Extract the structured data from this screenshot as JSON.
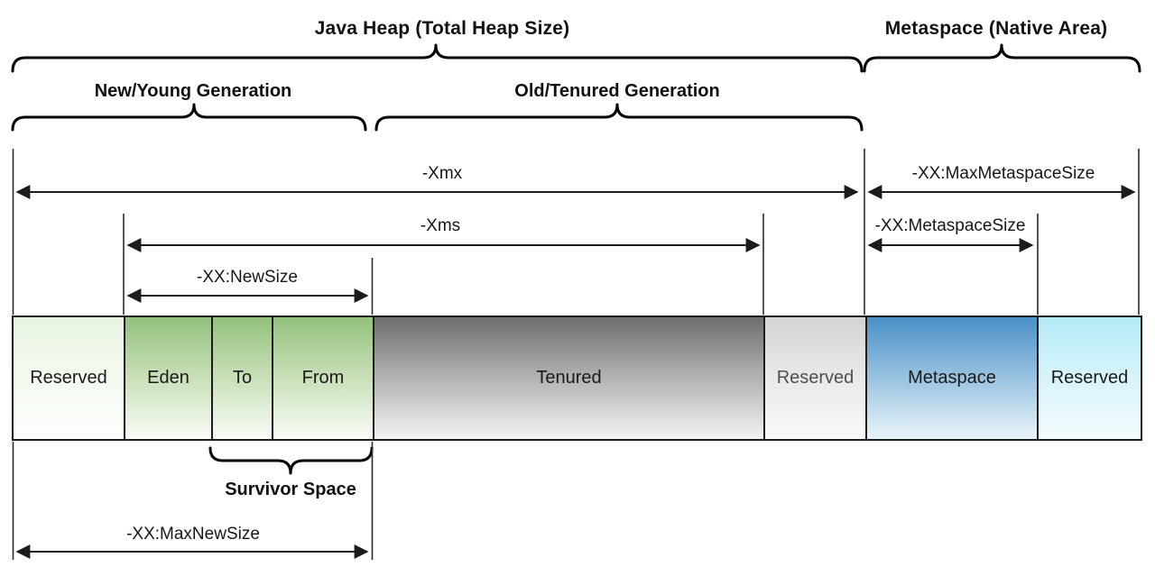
{
  "titles": {
    "java_heap": "Java Heap (Total Heap Size)",
    "metaspace": "Metaspace (Native Area)",
    "new_young": "New/Young Generation",
    "old_tenured": "Old/Tenured Generation",
    "survivor": "Survivor Space"
  },
  "flags": {
    "xmx": "-Xmx",
    "xms": "-Xms",
    "new_size": "-XX:NewSize",
    "max_new_size": "-XX:MaxNewSize",
    "max_metaspace_size": "-XX:MaxMetaspaceSize",
    "metaspace_size": "-XX:MetaspaceSize"
  },
  "bar": {
    "segments": [
      {
        "label": "Reserved",
        "style": "pale_green"
      },
      {
        "label": "Eden",
        "style": "green"
      },
      {
        "label": "To",
        "style": "green"
      },
      {
        "label": "From",
        "style": "green"
      },
      {
        "label": "Tenured",
        "style": "gray_dark"
      },
      {
        "label": "Reserved",
        "style": "gray_light"
      },
      {
        "label": "Metaspace",
        "style": "blue"
      },
      {
        "label": "Reserved",
        "style": "cyan"
      }
    ],
    "gradients": {
      "pale_green": [
        "#e8f4e2",
        "#f4faf0",
        "#fdfefd"
      ],
      "green": [
        "#94c17d",
        "#c9e0b9",
        "#fafcf8"
      ],
      "gray_dark": [
        "#6e6e6e",
        "#b3b3b3",
        "#f3f3f3"
      ],
      "gray_light": [
        "#d3d3d3",
        "#e9e9e9",
        "#f9f9f9"
      ],
      "blue": [
        "#4a90c8",
        "#9ac3e0",
        "#eaf4fa"
      ],
      "cyan": [
        "#b2eaf6",
        "#d8f4fb",
        "#f5fcfe"
      ]
    },
    "line_color": "#1c1c1c"
  }
}
